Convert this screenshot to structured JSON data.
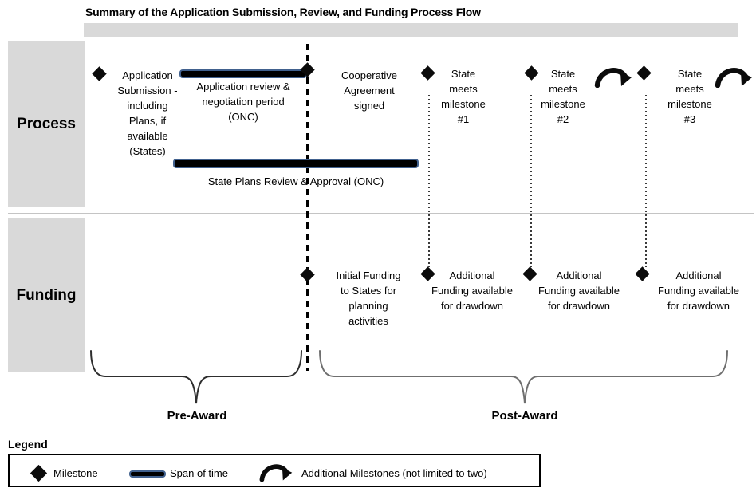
{
  "title": "Summary of the Application Submission, Review, and Funding Process Flow",
  "row_labels": {
    "process": "Process",
    "funding": "Funding"
  },
  "process_row": {
    "app_submission": [
      "Application",
      "Submission -",
      "including",
      "Plans, if",
      "available",
      "(States)"
    ],
    "app_review_bar_label": [
      "Application review &",
      "negotiation period",
      "(ONC)"
    ],
    "coop_agreement": [
      "Cooperative",
      "Agreement",
      "signed"
    ],
    "milestones": [
      {
        "label": [
          "State",
          "meets",
          "milestone",
          "#1"
        ]
      },
      {
        "label": [
          "State",
          "meets",
          "milestone",
          "#2"
        ]
      },
      {
        "label": [
          "State",
          "meets",
          "milestone",
          "#3"
        ]
      }
    ],
    "state_plans_bar_label": "State Plans Review & Approval (ONC)"
  },
  "funding_row": {
    "initial_funding": [
      "Initial Funding",
      "to States for",
      "planning",
      "activities"
    ],
    "additional_funding": [
      [
        "Additional",
        "Funding available",
        "for drawdown"
      ],
      [
        "Additional",
        "Funding available",
        "for drawdown"
      ],
      [
        "Additional",
        "Funding available",
        "for drawdown"
      ]
    ]
  },
  "phases": {
    "pre_award": "Pre-Award",
    "post_award": "Post-Award"
  },
  "legend": {
    "heading": "Legend",
    "milestone": "Milestone",
    "span_of_time": "Span of time",
    "additional_milestones": "Additional Milestones (not limited to two)"
  },
  "icons": {
    "milestone": "black-diamond",
    "span_of_time": "horizontal-bar",
    "additional_milestones": "curved-arrow"
  },
  "colors": {
    "band_gray": "#d9d9d9",
    "bar_border_blue": "#41618e",
    "bar_fill_black": "#000000",
    "divider_gray": "#c4c4c4"
  }
}
